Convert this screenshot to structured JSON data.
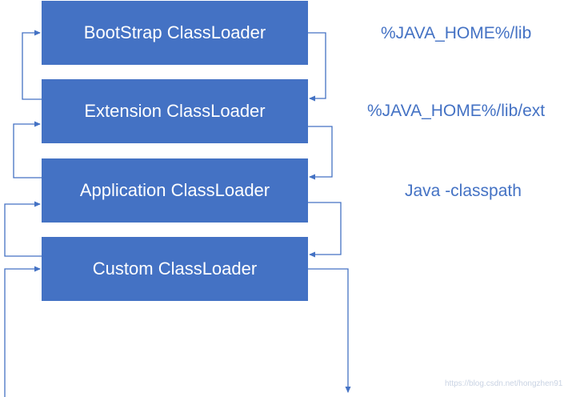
{
  "loaders": [
    {
      "name": "BootStrap ClassLoader",
      "path": "%JAVA_HOME%/lib"
    },
    {
      "name": "Extension ClassLoader",
      "path": "%JAVA_HOME%/lib/ext"
    },
    {
      "name": "Application ClassLoader",
      "path": "Java -classpath"
    },
    {
      "name": "Custom ClassLoader",
      "path": ""
    }
  ],
  "watermark": "https://blog.csdn.net/hongzhen91",
  "colors": {
    "box": "#4472c4",
    "label": "#4472c4",
    "box_text": "#ffffff",
    "arrow": "#4472c4"
  }
}
